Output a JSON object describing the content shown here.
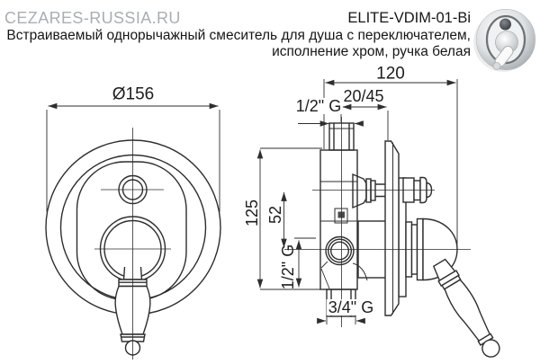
{
  "watermark": {
    "text": "CEZARES-RUSSIA.RU"
  },
  "header": {
    "model": "ELITE-VDIM-01-Bi",
    "description_line1": "Встраиваемый однорычажный смеситель для душа с переключателем,",
    "description_line2": "исполнение хром, ручка белая"
  },
  "drawing": {
    "front_view": {
      "diameter": "Ø156"
    },
    "side_view": {
      "depth": "120",
      "mount_depth_range": "20/45",
      "top_connection": "1/2\" G",
      "height": "125",
      "port_offset": "52",
      "side_connection": "1/2\" G",
      "bottom_connection": "3/4\" G"
    }
  },
  "colors": {
    "line": "#2e2e2e",
    "text": "#161616",
    "watermark": "#a9aeb5",
    "background": "#ffffff"
  }
}
